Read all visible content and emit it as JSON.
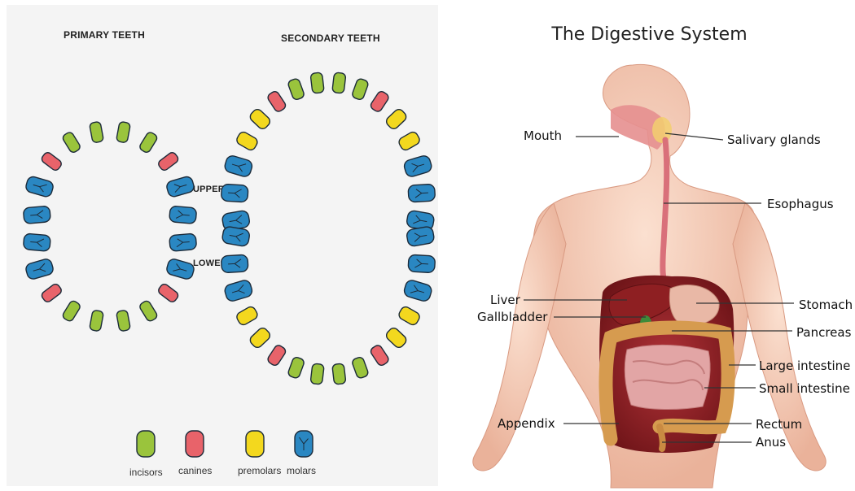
{
  "teeth": {
    "primary_title": "PRIMARY TEETH",
    "secondary_title": "SECONDARY TEETH",
    "upper_label": "UPPER",
    "lower_label": "LOWER",
    "legend": [
      {
        "label": "incisors",
        "color": "#9ac43c"
      },
      {
        "label": "canines",
        "color": "#e8636a"
      },
      {
        "label": "premolars",
        "color": "#f3d81e"
      },
      {
        "label": "molars",
        "color": "#2a87c2"
      }
    ]
  },
  "digestive": {
    "title": "The Digestive System",
    "labels": {
      "mouth": "Mouth",
      "salivary_glands": "Salivary glands",
      "esophagus": "Esophagus",
      "liver": "Liver",
      "stomach": "Stomach",
      "gallbladder": "Gallbladder",
      "pancreas": "Pancreas",
      "large_intestine": "Large intestine",
      "small_intestine": "Small intestine",
      "appendix": "Appendix",
      "rectum": "Rectum",
      "anus": "Anus"
    },
    "colors": {
      "skin": "#f4c9b3",
      "organ_red": "#8e1f22",
      "intestine": "#d69b4f",
      "small_intestine": "#e2a5a5"
    }
  }
}
